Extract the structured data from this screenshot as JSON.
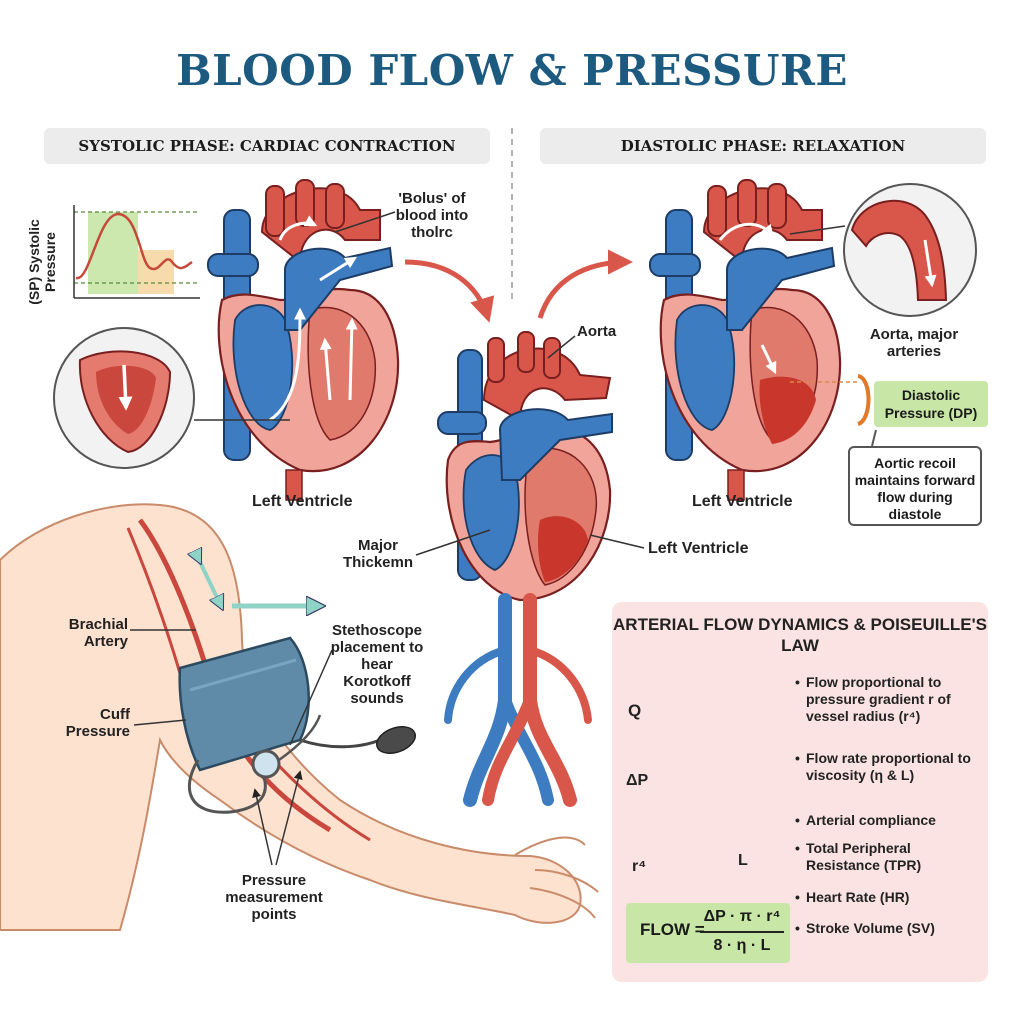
{
  "title": "BLOOD FLOW & PRESSURE",
  "phases": {
    "systolic": "SYSTOLIC PHASE: CARDIAC CONTRACTION",
    "diastolic": "DIASTOLIC PHASE: RELAXATION"
  },
  "labels": {
    "systolic_pressure": "(SP) Systolic Pressure",
    "bolus": "'Bolus' of blood into tholrc",
    "left_ventricle_1": "Left Ventricle",
    "aorta": "Aorta",
    "major_thickemn": "Major Thickemn",
    "left_ventricle_2": "Left Ventricle",
    "aorta_major_arteries": "Aorta, major arteries",
    "diastolic_pressure": "Diastolic Pressure (DP)",
    "aortic_recoil": "Aortic recoil maintains forward flow during diastole",
    "left_ventricle_3": "Left Ventricle",
    "brachial_artery": "Brachial Artery",
    "cuff_pressure": "Cuff Pressure",
    "stethoscope": "Stethoscope placement to hear Korotkoff sounds",
    "measurement_points": "Pressure measurement points"
  },
  "dynamics": {
    "title": "ARTERIAL FLOW DYNAMICS & POISEUILLE'S LAW",
    "q": "Q",
    "delta_p": "ΔP",
    "r4": "r⁴",
    "l": "L",
    "bullets": [
      "Flow proportional to pressure gradient r of vessel radius (r⁴)",
      "Flow rate proportional to viscosity (η & L)",
      "Arterial compliance",
      "Total Peripheral Resistance (TPR)",
      "Heart Rate (HR)",
      "Stroke Volume (SV)"
    ],
    "formula": {
      "left": "FLOW =",
      "numerator": "ΔP · π · r⁴",
      "denominator": "8 · η · L"
    }
  },
  "colors": {
    "title": "#1d5a80",
    "artery_red": "#d9574a",
    "vein_blue": "#3d7cc0",
    "heart_pink": "#f0a49a",
    "panel_pink": "#fbe3e3",
    "highlight_green": "#c8e6a6",
    "arrow_teal": "#8fd3c6"
  }
}
